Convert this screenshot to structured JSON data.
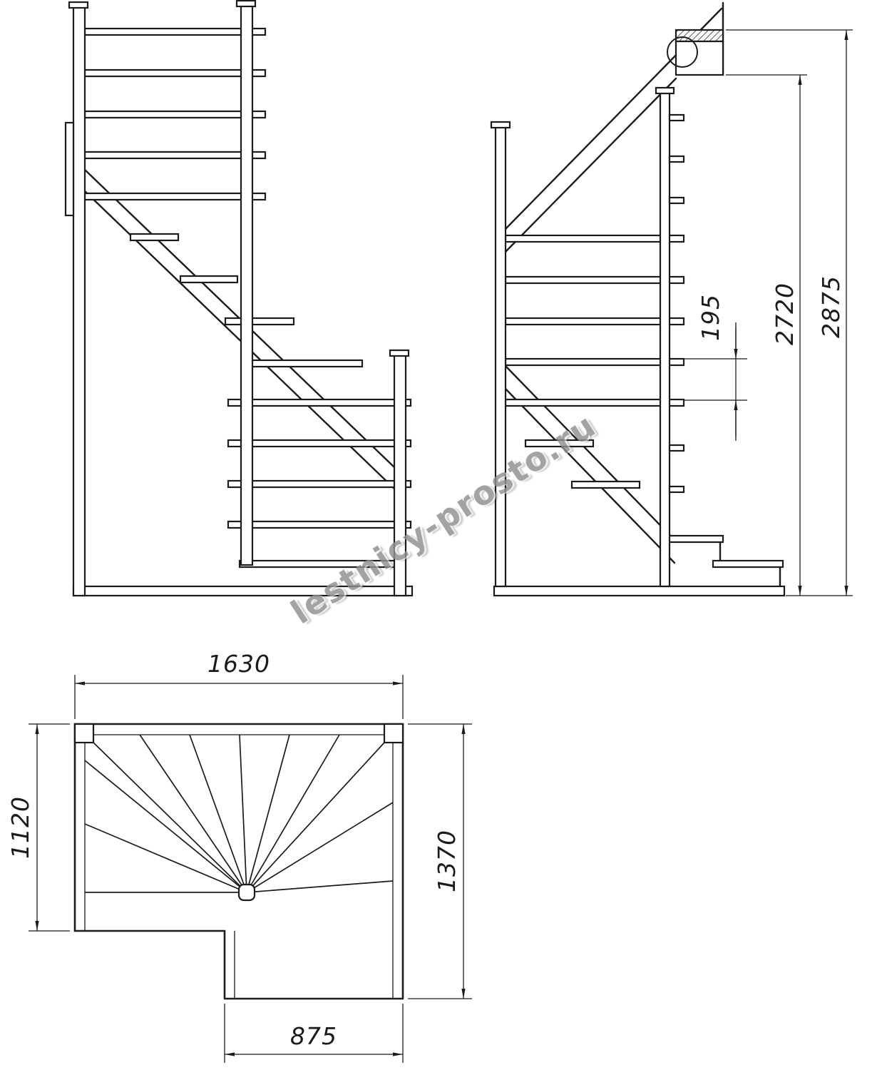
{
  "drawing": {
    "watermark": "lestnicy-prosto.ru",
    "dimensions": {
      "plan_width": "1630",
      "plan_left_depth": "1120",
      "plan_right_depth": "1370",
      "lower_flight_width": "875",
      "step_rise": "195",
      "height_to_landing": "2720",
      "total_height": "2875"
    },
    "colors": {
      "line": "#1b1b1b",
      "background": "#ffffff",
      "watermark": "#8f8f8f"
    }
  }
}
